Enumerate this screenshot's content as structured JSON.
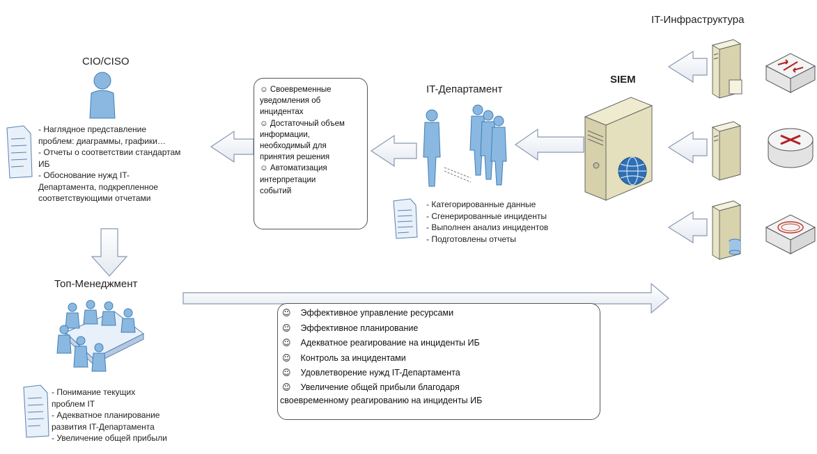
{
  "titles": {
    "infra": "IT-Инфраструктура",
    "siem": "SIEM",
    "it_dept": "IT-Департамент",
    "cio": "CIO/CISO",
    "top_mgmt": "Топ-Менеджмент"
  },
  "cio_notes": [
    "- Наглядное представление",
    "проблем: диаграммы, графики…",
    "- Отчеты о соответствии стандартам",
    "ИБ",
    "- Обоснование нужд IT-",
    "Департамента, подкрепленное",
    "соответствующими отчетами"
  ],
  "it_notes": [
    "- Категорированные данные",
    "- Сгенерированные инциденты",
    "- Выполнен анализ инцидентов",
    "- Подготовлены отчеты"
  ],
  "it_messages": [
    "☺ Своевременные",
    "уведомления об",
    "инцидентах",
    "☺ Достаточный объем",
    "информации,",
    "необходимый для",
    "принятия решения",
    "☺   Автоматизация",
    "интерпретации",
    "событий"
  ],
  "top_notes": [
    "- Понимание текущих",
    "проблем IT",
    "- Адекватное планирование",
    "развития IT-Департамента",
    "- Увеличение общей прибыли"
  ],
  "benefits": [
    "Эффективное управление ресурсами",
    "Эффективное планирование",
    "Адекватное реагирование на инциденты ИБ",
    "Контроль за инцидентами",
    "Удовлетворение нужд IT-Департамента",
    "Увеличение общей прибыли благодаря"
  ],
  "benefit_tail": "своевременному реагированию на инциденты ИБ",
  "smile_glyph": "☺",
  "colors": {
    "person": "#7fb3dc",
    "person_dark": "#3f7fb5",
    "server": "#ddd9b8",
    "arrow_fill": "#f2f5fa",
    "arrow_stroke": "#8898b0"
  }
}
